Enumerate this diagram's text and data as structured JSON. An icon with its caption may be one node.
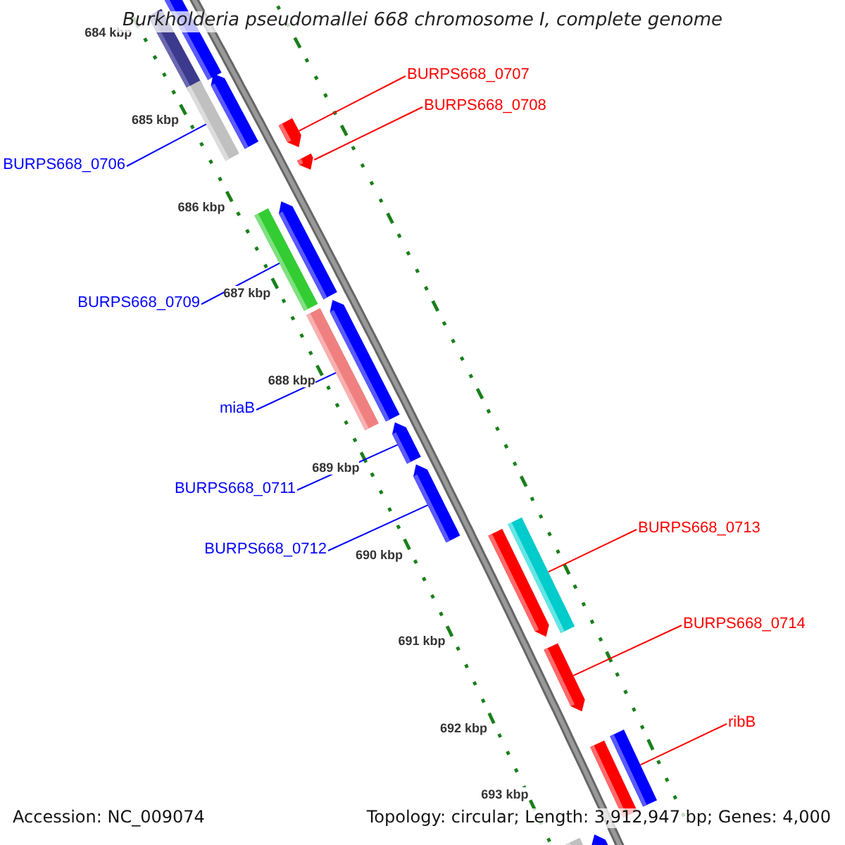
{
  "diagram": {
    "title": "Burkholderia pseudomallei 668 chromosome I, complete genome",
    "nodes": [
      {
        "text": [
          "BURPS668_0707"
        ]
      },
      {
        "text": [
          "BURPS668_0708"
        ]
      },
      {
        "text": [
          "BURPS668_0706"
        ]
      },
      {
        "text": [
          "BURPS668_0709"
        ]
      },
      {
        "text": [
          "miaB"
        ]
      },
      {
        "text": [
          "BURPS668_0711"
        ]
      },
      {
        "text": [
          "BURPS668_0712"
        ]
      },
      {
        "text": [
          "BURPS668_0713"
        ]
      },
      {
        "text": [
          "BURPS668_0714"
        ]
      },
      {
        "text": [
          "ribB"
        ]
      },
      {
        "text": [],
        "shape": "bar"
      },
      {
        "text": [],
        "shape": "bar"
      },
      {
        "text": [],
        "shape": "bar"
      },
      {
        "text": [],
        "shape": "bar"
      },
      {
        "text": [],
        "shape": "bar"
      },
      {
        "text": [],
        "shape": "bar"
      },
      {
        "text": [],
        "shape": "bar"
      },
      {
        "text": [],
        "shape": "bar"
      },
      {
        "text": [],
        "shape": "bar"
      },
      {
        "text": [],
        "shape": "bar"
      },
      {
        "text": [],
        "shape": "bar"
      },
      {
        "text": [],
        "shape": "bar"
      },
      {
        "text": [],
        "shape": "bar"
      },
      {
        "text": [],
        "shape": "bar"
      },
      {
        "text": [],
        "shape": "bar"
      },
      {
        "text": [],
        "shape": "bar"
      },
      {
        "text": [],
        "shape": "bar"
      },
      {
        "text": [],
        "shape": "bar"
      },
      {
        "text": [],
        "shape": "bar"
      }
    ],
    "edges": [
      {
        "from": 0,
        "to": 14,
        "arrow": "none",
        "color": "#ff0000"
      },
      {
        "from": 1,
        "to": 15,
        "arrow": "none",
        "color": "#ff0000"
      },
      {
        "from": 2,
        "to": 13,
        "arrow": "none",
        "color": "#0000ff"
      },
      {
        "from": 3,
        "to": 16,
        "arrow": "none",
        "color": "#0000ff"
      },
      {
        "from": 4,
        "to": 19,
        "arrow": "none",
        "color": "#0000ff"
      },
      {
        "from": 5,
        "to": 20,
        "arrow": "none",
        "color": "#0000ff"
      },
      {
        "from": 6,
        "to": 21,
        "arrow": "none",
        "color": "#0000ff"
      },
      {
        "from": 7,
        "to": 22,
        "arrow": "none",
        "color": "#ff0000"
      },
      {
        "from": 8,
        "to": 24,
        "arrow": "none",
        "color": "#ff0000"
      },
      {
        "from": 9,
        "to": 25,
        "arrow": "none",
        "color": "#ff0000"
      }
    ],
    "labels": [
      "684 kbp",
      "685 kbp",
      "686 kbp",
      "687 kbp",
      "688 kbp",
      "689 kbp",
      "690 kbp",
      "691 kbp",
      "692 kbp",
      "693 kbp",
      "Accession: NC_009074",
      "Topology: circular; Length: 3,912,947 bp; Genes: 4,000"
    ]
  }
}
